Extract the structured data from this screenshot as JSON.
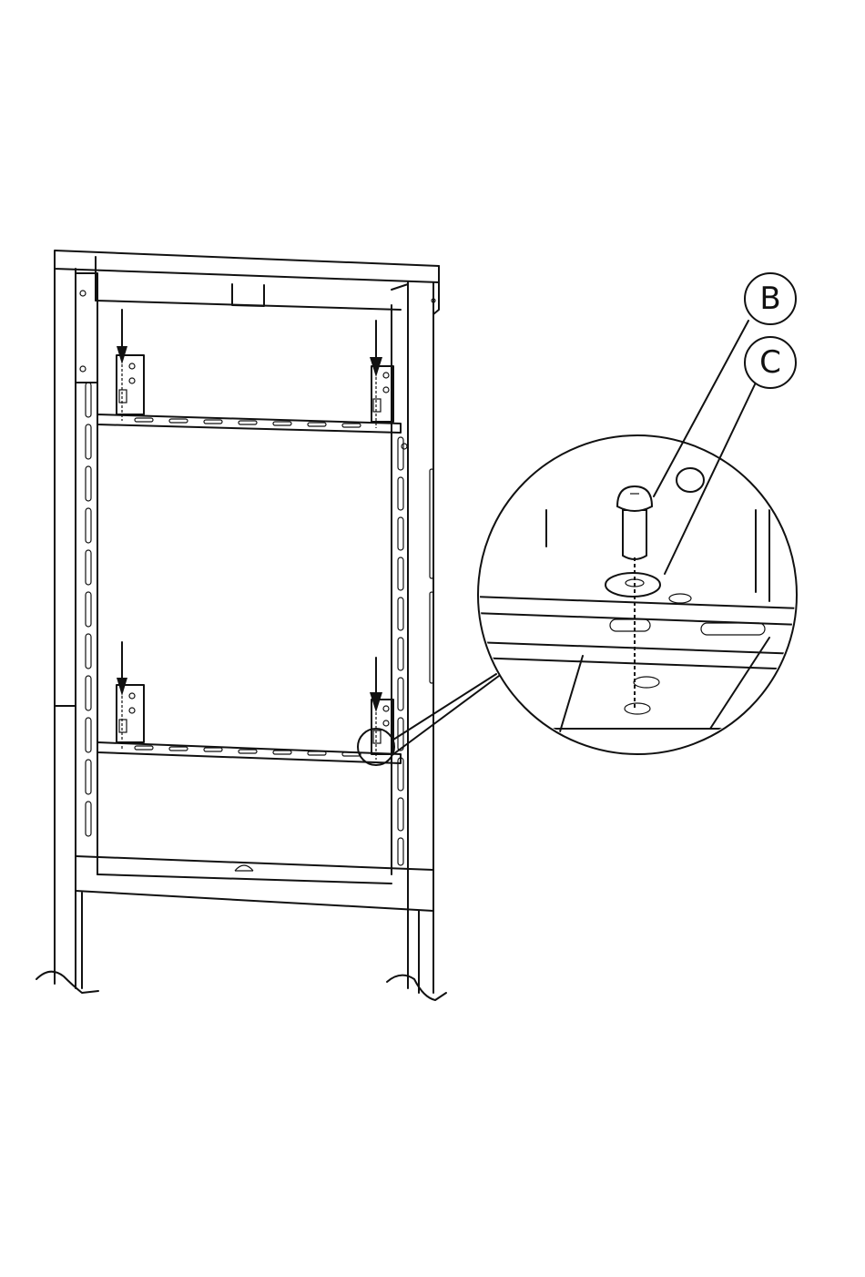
{
  "callouts": [
    {
      "id": "B",
      "label": "B"
    },
    {
      "id": "C",
      "label": "C"
    }
  ],
  "icons": {
    "arrows": "down-arrow-icon",
    "screw": "screw-icon",
    "washer": "washer-icon",
    "magnifier": "detail-circle"
  }
}
